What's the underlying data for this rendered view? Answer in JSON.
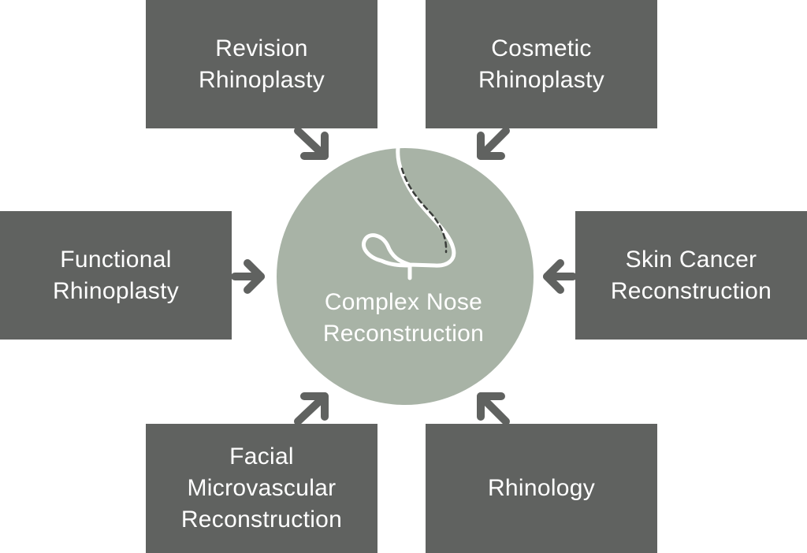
{
  "center": {
    "line1": "Complex Nose",
    "line2": "Reconstruction",
    "icon": "nose-outline-icon",
    "circle_color": "#a8b3a6"
  },
  "boxes": {
    "revision": {
      "line1": "Revision",
      "line2": "Rhinoplasty"
    },
    "cosmetic": {
      "line1": "Cosmetic",
      "line2": "Rhinoplasty"
    },
    "functional": {
      "line1": "Functional",
      "line2": "Rhinoplasty"
    },
    "skin": {
      "line1": "Skin Cancer",
      "line2": "Reconstruction"
    },
    "facial": {
      "line1": "Facial",
      "line2": "Microvascular",
      "line3": "Reconstruction"
    },
    "rhinology": {
      "line1": "Rhinology"
    }
  },
  "colors": {
    "box": "#606260",
    "arrow": "#606260",
    "text": "#ffffff"
  }
}
